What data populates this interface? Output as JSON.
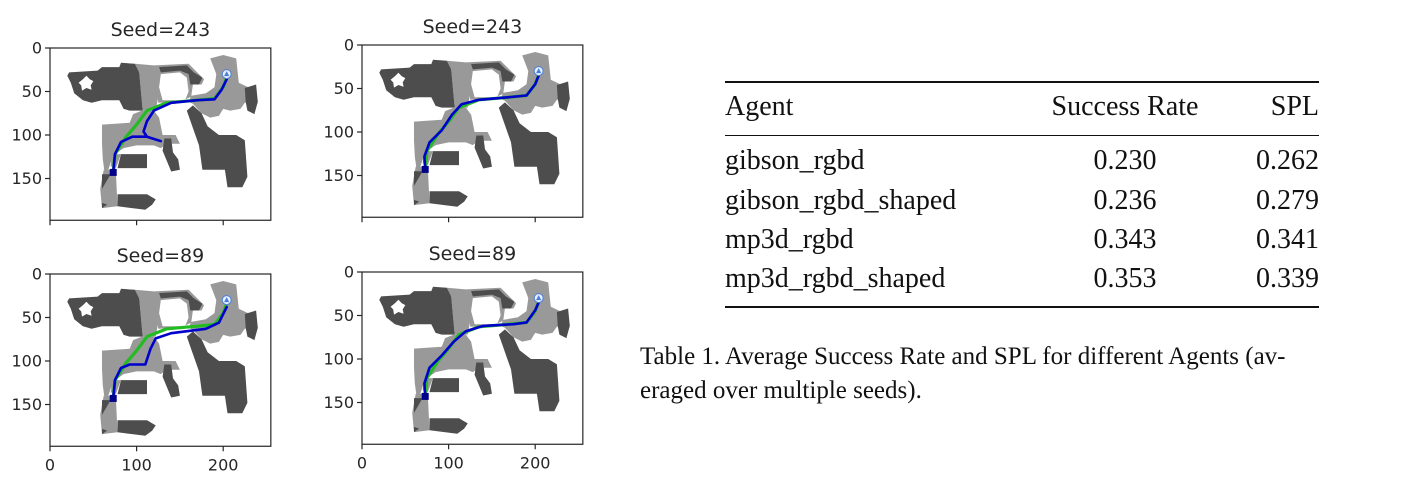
{
  "figure": {
    "colors": {
      "obstacle": "#4d4d4d",
      "explored": "#999999",
      "free": "#ffffff",
      "agent_path": "#0000cc",
      "shortest_path": "#22bb22",
      "goal_marker": "#4a7fd6"
    },
    "axis_limits": {
      "x": [
        0,
        255
      ],
      "y": [
        0,
        198
      ]
    },
    "x_ticks": [
      "0",
      "100",
      "200"
    ],
    "y_ticks": [
      "0",
      "50",
      "100",
      "150"
    ],
    "panels": [
      {
        "title": "Seed=243",
        "show_x_tick_labels": false,
        "agent_path": [
          [
            73,
            143
          ],
          [
            75,
            122
          ],
          [
            82,
            108
          ],
          [
            95,
            102
          ],
          [
            112,
            102
          ],
          [
            128,
            107
          ],
          [
            112,
            102
          ],
          [
            108,
            96
          ],
          [
            112,
            84
          ],
          [
            120,
            72
          ],
          [
            140,
            63
          ],
          [
            170,
            60
          ],
          [
            190,
            59
          ],
          [
            198,
            48
          ],
          [
            204,
            36
          ]
        ]
      },
      {
        "title": "Seed=243",
        "show_x_tick_labels": false,
        "agent_path": [
          [
            73,
            143
          ],
          [
            72,
            128
          ],
          [
            78,
            112
          ],
          [
            92,
            98
          ],
          [
            104,
            80
          ],
          [
            115,
            68
          ],
          [
            135,
            63
          ],
          [
            170,
            60
          ],
          [
            190,
            58
          ],
          [
            200,
            45
          ],
          [
            204,
            35
          ]
        ]
      },
      {
        "title": "Seed=89",
        "show_x_tick_labels": true,
        "agent_path": [
          [
            73,
            143
          ],
          [
            75,
            122
          ],
          [
            82,
            108
          ],
          [
            92,
            104
          ],
          [
            110,
            104
          ],
          [
            116,
            86
          ],
          [
            122,
            74
          ],
          [
            140,
            68
          ],
          [
            180,
            63
          ],
          [
            195,
            56
          ],
          [
            204,
            38
          ]
        ]
      },
      {
        "title": "Seed=89",
        "show_x_tick_labels": true,
        "agent_path": [
          [
            73,
            143
          ],
          [
            72,
            128
          ],
          [
            78,
            110
          ],
          [
            92,
            96
          ],
          [
            106,
            80
          ],
          [
            120,
            68
          ],
          [
            140,
            62
          ],
          [
            175,
            60
          ],
          [
            190,
            58
          ],
          [
            200,
            44
          ],
          [
            204,
            35
          ]
        ]
      }
    ],
    "shortest_path": [
      [
        73,
        143
      ],
      [
        75,
        122
      ],
      [
        88,
        102
      ],
      [
        100,
        88
      ],
      [
        112,
        72
      ],
      [
        135,
        63
      ],
      [
        170,
        60
      ],
      [
        190,
        58
      ],
      [
        200,
        45
      ],
      [
        204,
        34
      ]
    ],
    "goal": [
      204,
      30
    ],
    "start": [
      73,
      143
    ]
  },
  "table": {
    "headers": [
      "Agent",
      "Success Rate",
      "SPL"
    ],
    "rows": [
      {
        "agent": "gibson_rgbd",
        "success_rate": "0.230",
        "spl": "0.262"
      },
      {
        "agent": "gibson_rgbd_shaped",
        "success_rate": "0.236",
        "spl": "0.279"
      },
      {
        "agent": "mp3d_rgbd",
        "success_rate": "0.343",
        "spl": "0.341"
      },
      {
        "agent": "mp3d_rgbd_shaped",
        "success_rate": "0.353",
        "spl": "0.339"
      }
    ]
  },
  "caption": {
    "line1": "Table 1.  Average Success Rate and SPL for different Agents (av-",
    "line2": "eraged over multiple seeds)."
  }
}
